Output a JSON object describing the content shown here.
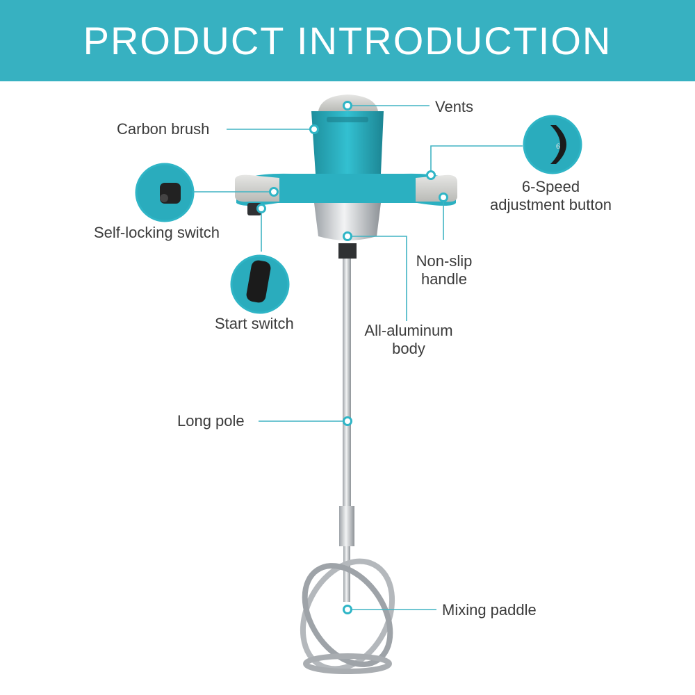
{
  "banner": {
    "title": "PRODUCT INTRODUCTION",
    "color": "#37b1c1"
  },
  "colors": {
    "accent": "#2fb5c6",
    "accent_dark": "#1f8f9e",
    "leader_line": "#40b4c3",
    "metal": "#c9ccd0",
    "text": "#3b3b3b"
  },
  "labels": {
    "vents": "Vents",
    "carbon_brush": "Carbon brush",
    "speed_line1": "6-Speed",
    "speed_line2": "adjustment button",
    "self_locking": "Self-locking switch",
    "nonslip_line1": "Non-slip",
    "nonslip_line2": "handle",
    "start_switch": "Start switch",
    "aluminum_line1": "All-aluminum",
    "aluminum_line2": "body",
    "long_pole": "Long pole",
    "mixing_paddle": "Mixing paddle"
  },
  "speed_dial_digit": "6",
  "icons": {
    "product": "paint-mixer-drill",
    "callout_markers": "callout-dot"
  }
}
